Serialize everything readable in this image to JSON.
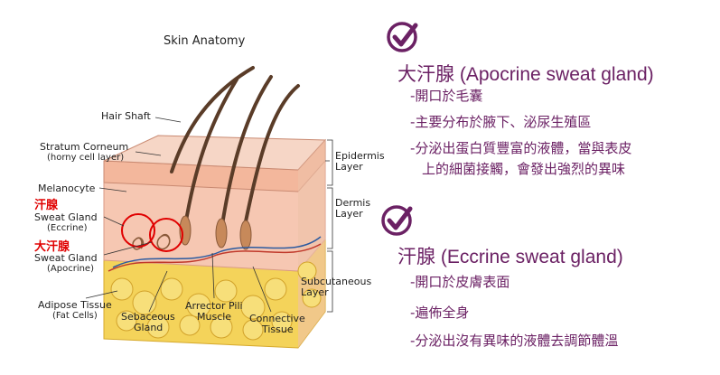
{
  "diagram": {
    "title": "Skin Anatomy",
    "labels": {
      "hair_shaft": "Hair Shaft",
      "stratum_corneum": "Stratum Corneum",
      "stratum_corneum_sub": "(horny cell layer)",
      "melanocyte": "Melanocyte",
      "eccrine_cn": "汗腺",
      "sweat_gland_1": "Sweat Gland",
      "eccrine_sub": "(Eccrine)",
      "apocrine_cn": "大汗腺",
      "sweat_gland_2": "Sweat Gland",
      "apocrine_sub": "(Apocrine)",
      "adipose": "Adipose Tissue",
      "adipose_sub": "(Fat Cells)",
      "sebaceous_1": "Sebaceous",
      "sebaceous_2": "Gland",
      "arrector_1": "Arrector Pili",
      "arrector_2": "Muscle",
      "connective_1": "Connective",
      "connective_2": "Tissue",
      "epidermis_1": "Epidermis",
      "epidermis_2": "Layer",
      "dermis_1": "Dermis",
      "dermis_2": "Layer",
      "subcutaneous_1": "Subcutaneous",
      "subcutaneous_2": "Layer"
    }
  },
  "sections": [
    {
      "icon": "checkmark-circle-icon",
      "heading": "大汗腺 (Apocrine sweat gland)",
      "items": [
        "-開口於毛囊",
        "-主要分布於腋下、泌尿生殖區",
        "-分泌出蛋白質豐富的液體，當與表皮",
        "上的細菌接觸，會發出強烈的異味"
      ]
    },
    {
      "icon": "checkmark-circle-icon",
      "heading": "汗腺 (Eccrine sweat gland)",
      "items": [
        "-開口於皮膚表面",
        "-遍佈全身",
        "-分泌出沒有異味的液體去調節體溫"
      ]
    }
  ],
  "colors": {
    "accent": "#6b2164",
    "highlight": "#e00000"
  }
}
